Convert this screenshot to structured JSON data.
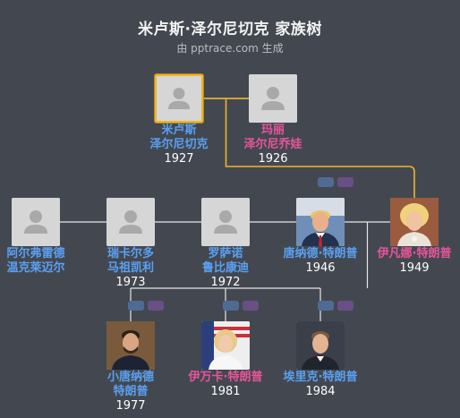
{
  "title": "米卢斯·泽尔尼切克 家族树",
  "subtitle": "由 pptrace.com 生成",
  "colors": {
    "background": "#434850",
    "male_name": "#5aa0f2",
    "female_name": "#e8549c",
    "selected_border": "#f0b429",
    "link_line": "#e6e6e6",
    "selected_link": "#f0b429"
  },
  "people": [
    {
      "id": "milos",
      "name_lines": [
        "米卢斯",
        "泽尔尼切克"
      ],
      "year": "1927",
      "gender": "m",
      "photo": "placeholder",
      "selected": true
    },
    {
      "id": "marie",
      "name_lines": [
        "玛丽",
        "泽尔尼乔娃"
      ],
      "year": "1926",
      "gender": "f",
      "photo": "placeholder",
      "selected": false
    },
    {
      "id": "alfred",
      "name_lines": [
        "阿尔弗雷德",
        "温克莱迈尔"
      ],
      "year": "",
      "gender": "m",
      "photo": "placeholder",
      "selected": false
    },
    {
      "id": "riccardo",
      "name_lines": [
        "瑞卡尔多",
        "马祖凯利"
      ],
      "year": "1973",
      "gender": "m",
      "photo": "placeholder",
      "selected": false
    },
    {
      "id": "rossano",
      "name_lines": [
        "罗萨诺",
        "鲁比康迪"
      ],
      "year": "1972",
      "gender": "m",
      "photo": "placeholder",
      "selected": false
    },
    {
      "id": "donald",
      "name_lines": [
        "唐纳德·特朗普"
      ],
      "year": "1946",
      "gender": "m",
      "photo": "portrait-man-suit-red-tie",
      "selected": false
    },
    {
      "id": "ivana",
      "name_lines": [
        "伊凡娜·特朗普"
      ],
      "year": "1949",
      "gender": "f",
      "photo": "portrait-woman-blonde",
      "selected": false
    },
    {
      "id": "donjr",
      "name_lines": [
        "小唐纳德",
        "特朗普"
      ],
      "year": "1977",
      "gender": "m",
      "photo": "portrait-man-beard",
      "selected": false
    },
    {
      "id": "ivanka",
      "name_lines": [
        "伊万卡·特朗普"
      ],
      "year": "1981",
      "gender": "f",
      "photo": "portrait-woman-flag",
      "selected": false
    },
    {
      "id": "eric",
      "name_lines": [
        "埃里克·特朗普"
      ],
      "year": "1984",
      "gender": "m",
      "photo": "portrait-man-dark-suit",
      "selected": false
    }
  ],
  "parent_links": [
    {
      "parents": [
        "milos",
        "marie"
      ],
      "child": "ivana"
    },
    {
      "parents": [
        "donald",
        "ivana"
      ],
      "children": [
        "donjr",
        "ivanka",
        "eric"
      ]
    }
  ],
  "spouse_links": [
    [
      "milos",
      "marie"
    ],
    [
      "alfred",
      "riccardo"
    ],
    [
      "riccardo",
      "rossano"
    ],
    [
      "rossano",
      "donald"
    ],
    [
      "donald",
      "ivana"
    ]
  ]
}
